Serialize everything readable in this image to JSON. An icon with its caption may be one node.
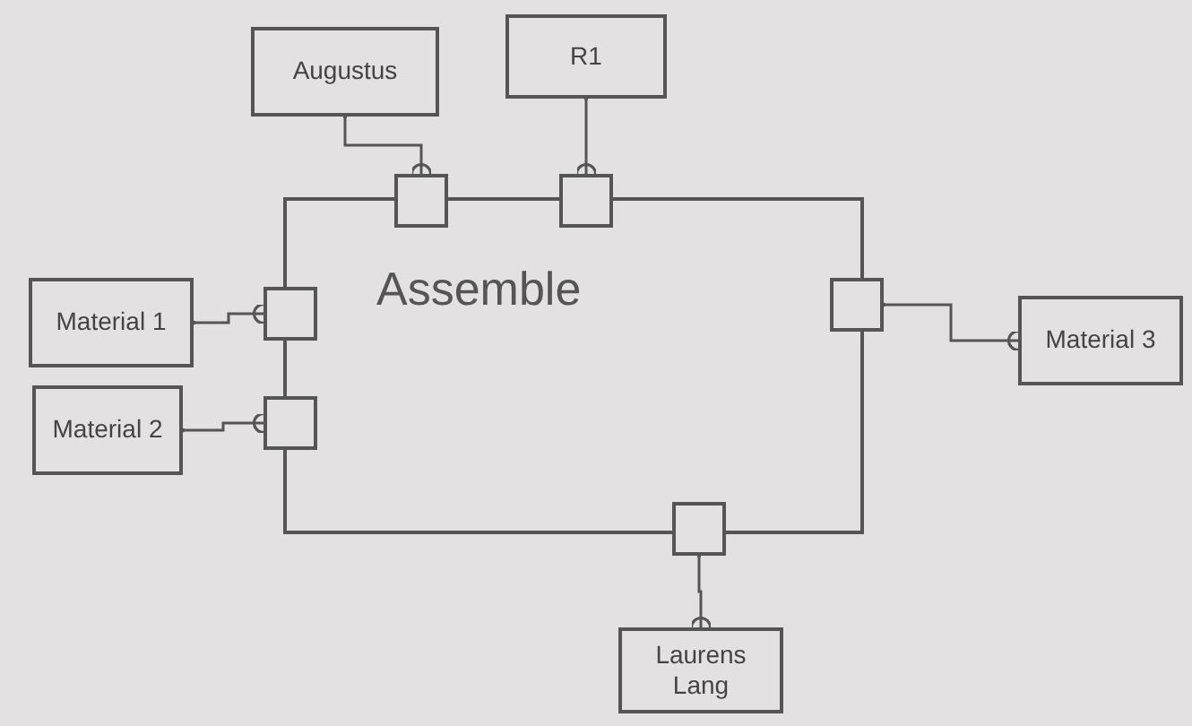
{
  "diagram": {
    "nodes": [
      {
        "text": [
          "Augustus"
        ]
      },
      {
        "text": [
          "R1"
        ]
      },
      {
        "text": [
          "Material 1"
        ]
      },
      {
        "text": [
          "Material 2"
        ]
      },
      {
        "text": [
          "Assemble"
        ]
      },
      {
        "text": [],
        "shape": "box"
      },
      {
        "text": [],
        "shape": "box"
      },
      {
        "text": [],
        "shape": "box"
      },
      {
        "text": [],
        "shape": "box"
      },
      {
        "text": [],
        "shape": "box"
      },
      {
        "text": [],
        "shape": "box"
      },
      {
        "text": [
          "Material 3"
        ]
      },
      {
        "text": [
          "Laurens Lang"
        ]
      }
    ],
    "edges": [
      {
        "from": 0,
        "to": 5,
        "arrow": "other"
      },
      {
        "from": 1,
        "to": 6,
        "arrow": "other"
      },
      {
        "from": 2,
        "to": 7,
        "arrow": "other"
      },
      {
        "from": 3,
        "to": 8,
        "arrow": "other"
      },
      {
        "from": 9,
        "to": 11,
        "arrow": "other"
      },
      {
        "from": 10,
        "to": 12,
        "arrow": "other"
      }
    ]
  }
}
